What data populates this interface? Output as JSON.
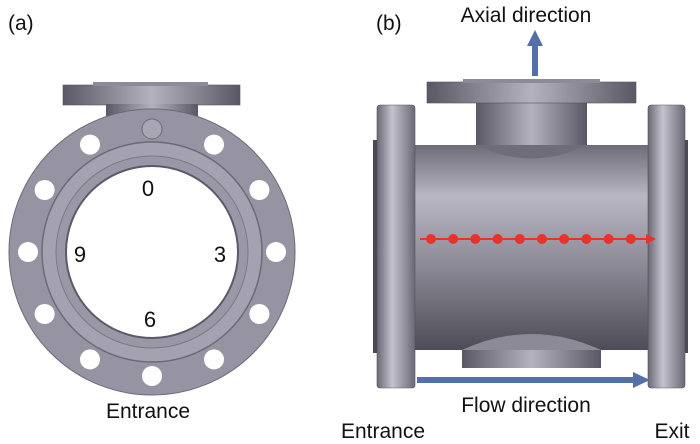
{
  "panel_a": {
    "label": "(a)",
    "positions": {
      "top": "0",
      "right": "3",
      "bottom": "6",
      "left": "9"
    },
    "caption": "Entrance"
  },
  "panel_b": {
    "label": "(b)",
    "axial_label": "Axial direction",
    "flow_label": "Flow direction",
    "entrance_label": "Entrance",
    "exit_label": "Exit",
    "measurement_points": 10
  },
  "colors": {
    "metal": "#8e8c98",
    "arrow": "#5470a8",
    "points": "#e8332a"
  }
}
